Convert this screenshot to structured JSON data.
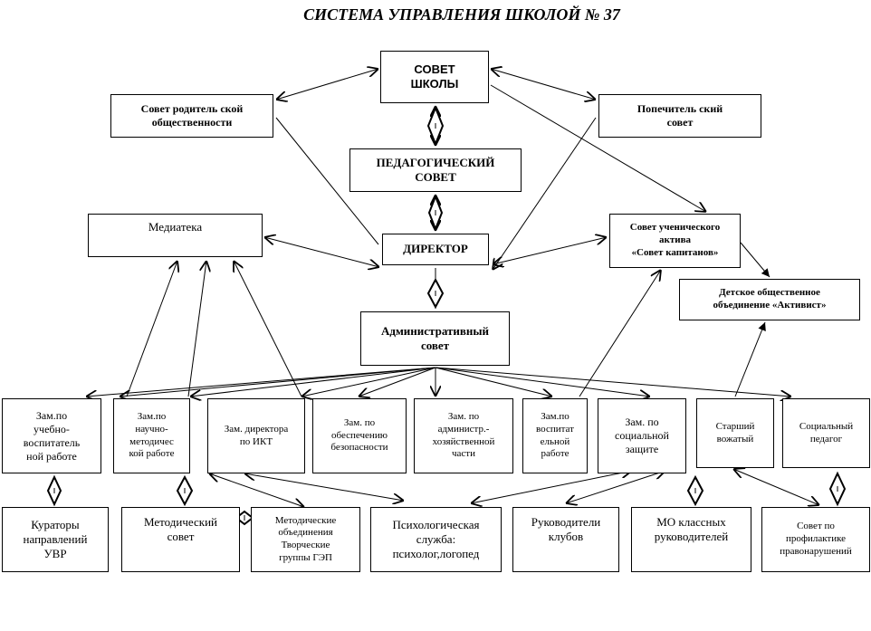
{
  "title": "СИСТЕМА УПРАВЛЕНИЯ ШКОЛОЙ № 37",
  "nodes": {
    "sovet_shkoly": "СОВЕТ\nШКОЛЫ",
    "sovet_roditelskoy": "Совет родитель ской\nобщественности",
    "popechitelskiy": "Попечитель ский\nсовет",
    "pedsovet": "ПЕДАГОГИЧЕСКИЙ\nСОВЕТ",
    "mediateka": "Медиатека",
    "direktor": "ДИРЕКТОР",
    "sovet_uchenicheskogo": "Совет ученического\nактива\n«Совет капитанов»",
    "detskoe_obyedinenie": "Детское общественное\nобъединение «Активист»",
    "admin_sovet": "Административный\nсовет",
    "zam_uvr": "Зам.по\nучебно-\nвоспитатель\nной работе",
    "zam_nmr": "Зам.по\nнаучно-\nметодичес\nкой работе",
    "zam_ikt": "Зам. директора\nпо ИКТ",
    "zam_bezopasnost": "Зам. по\nобеспечению\nбезопасности",
    "zam_ahch": "Зам. по\nадминистр.-\nхозяйственной\nчасти",
    "zam_vr": "Зам.по\nвоспитат\nельной\nработе",
    "zam_social": "Зам. по\nсоциальной\nзащите",
    "starshiy_vozhatyi": "Старший\nвожатый",
    "socialnyi_pedagog": "Социальный\nпедагог",
    "kuratory": "Кураторы\nнаправлений\nУВР",
    "metod_sovet": "Методический\nсовет",
    "metod_obyedineniya": "Методические\nобъединения\nТворческие\nгруппы ГЭП",
    "psih_sluzhba": "Психологическая\nслужба:\nпсихолог,логопед",
    "rukovoditeli_klubov": "Руководители\nклубов",
    "mo_klassnyh": "МО классных\nруководителей",
    "sovet_profilaktiki": "Совет по\nпрофилактике\nправонарушений"
  }
}
